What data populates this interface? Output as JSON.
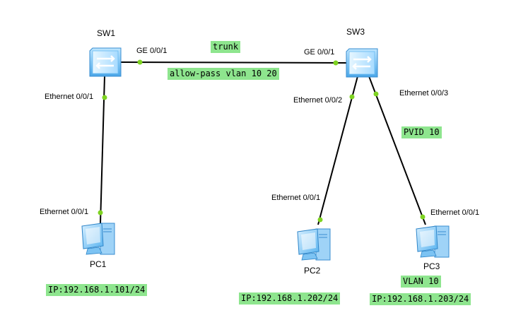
{
  "devices": {
    "sw1": {
      "name": "SW1"
    },
    "sw3": {
      "name": "SW3"
    },
    "pc1": {
      "name": "PC1"
    },
    "pc2": {
      "name": "PC2"
    },
    "pc3": {
      "name": "PC3"
    }
  },
  "ports": {
    "sw1_ge": "GE 0/0/1",
    "sw3_ge": "GE 0/0/1",
    "sw1_eth1": "Ethernet 0/0/1",
    "pc1_eth1": "Ethernet 0/0/1",
    "sw3_eth2": "Ethernet 0/0/2",
    "sw3_eth3": "Ethernet 0/0/3",
    "pc2_eth1": "Ethernet 0/0/1",
    "pc3_eth1": "Ethernet 0/0/1"
  },
  "notes": {
    "trunk": "trunk",
    "allow_pass": "allow-pass vlan 10 20",
    "pvid": "PVID 10",
    "vlan": "VLAN 10",
    "pc1_ip": "IP:192.168.1.101/24",
    "pc2_ip": "IP:192.168.1.202/24",
    "pc3_ip": "IP:192.168.1.203/24"
  },
  "colors": {
    "link": "#000000",
    "port_dot": "#7ed321",
    "note_bg": "#8ee58e",
    "device_blue": "#5ab4f0"
  }
}
